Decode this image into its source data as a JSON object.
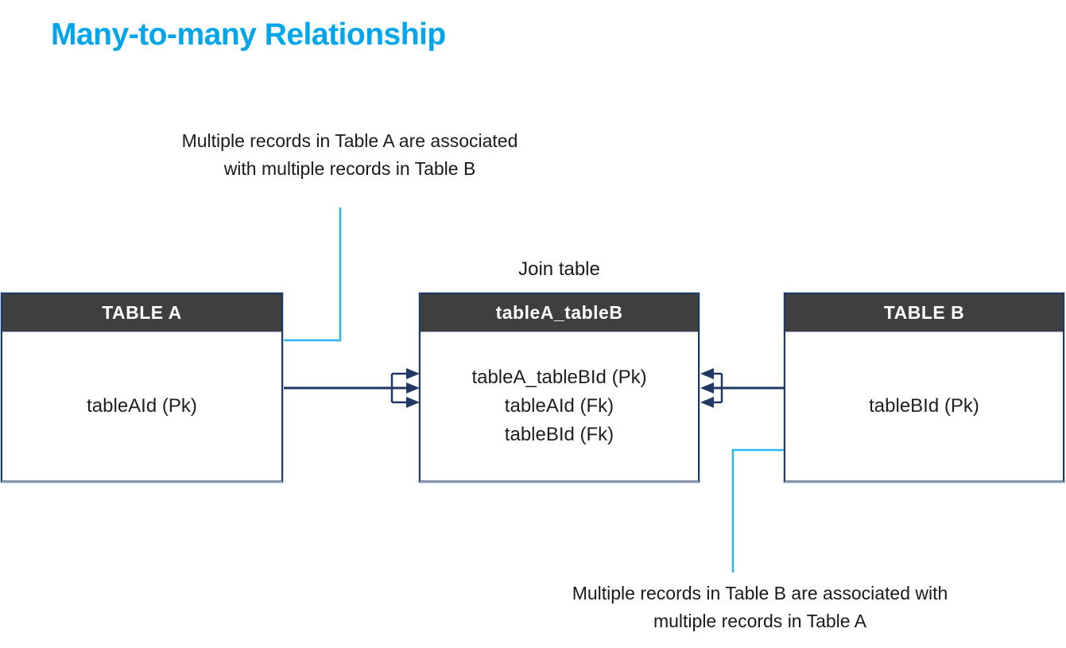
{
  "title": {
    "text": "Many-to-many Relationship"
  },
  "annotations": {
    "top": {
      "line1": "Multiple records in Table A are associated",
      "line2": "with multiple records in Table B"
    },
    "bottom": {
      "line1": "Multiple records in Table B are associated with",
      "line2": "multiple records in Table A"
    }
  },
  "join_label": "Join table",
  "tables": {
    "table_a": {
      "header": "TABLE A",
      "fields": [
        "tableAId (Pk)"
      ]
    },
    "join": {
      "header": "tableA_tableB",
      "fields": [
        "tableA_tableBId (Pk)",
        "tableAId (Fk)",
        "tableBId (Fk)"
      ]
    },
    "table_b": {
      "header": "TABLE B",
      "fields": [
        "tableBId (Pk)"
      ]
    }
  },
  "colors": {
    "title_cyan": "#00A6E9",
    "callout_cyan": "#27B6EF",
    "connector_navy": "#1F3864",
    "header_fill": "#3F3F3F",
    "table_bottom_slate": "#8496B0"
  }
}
